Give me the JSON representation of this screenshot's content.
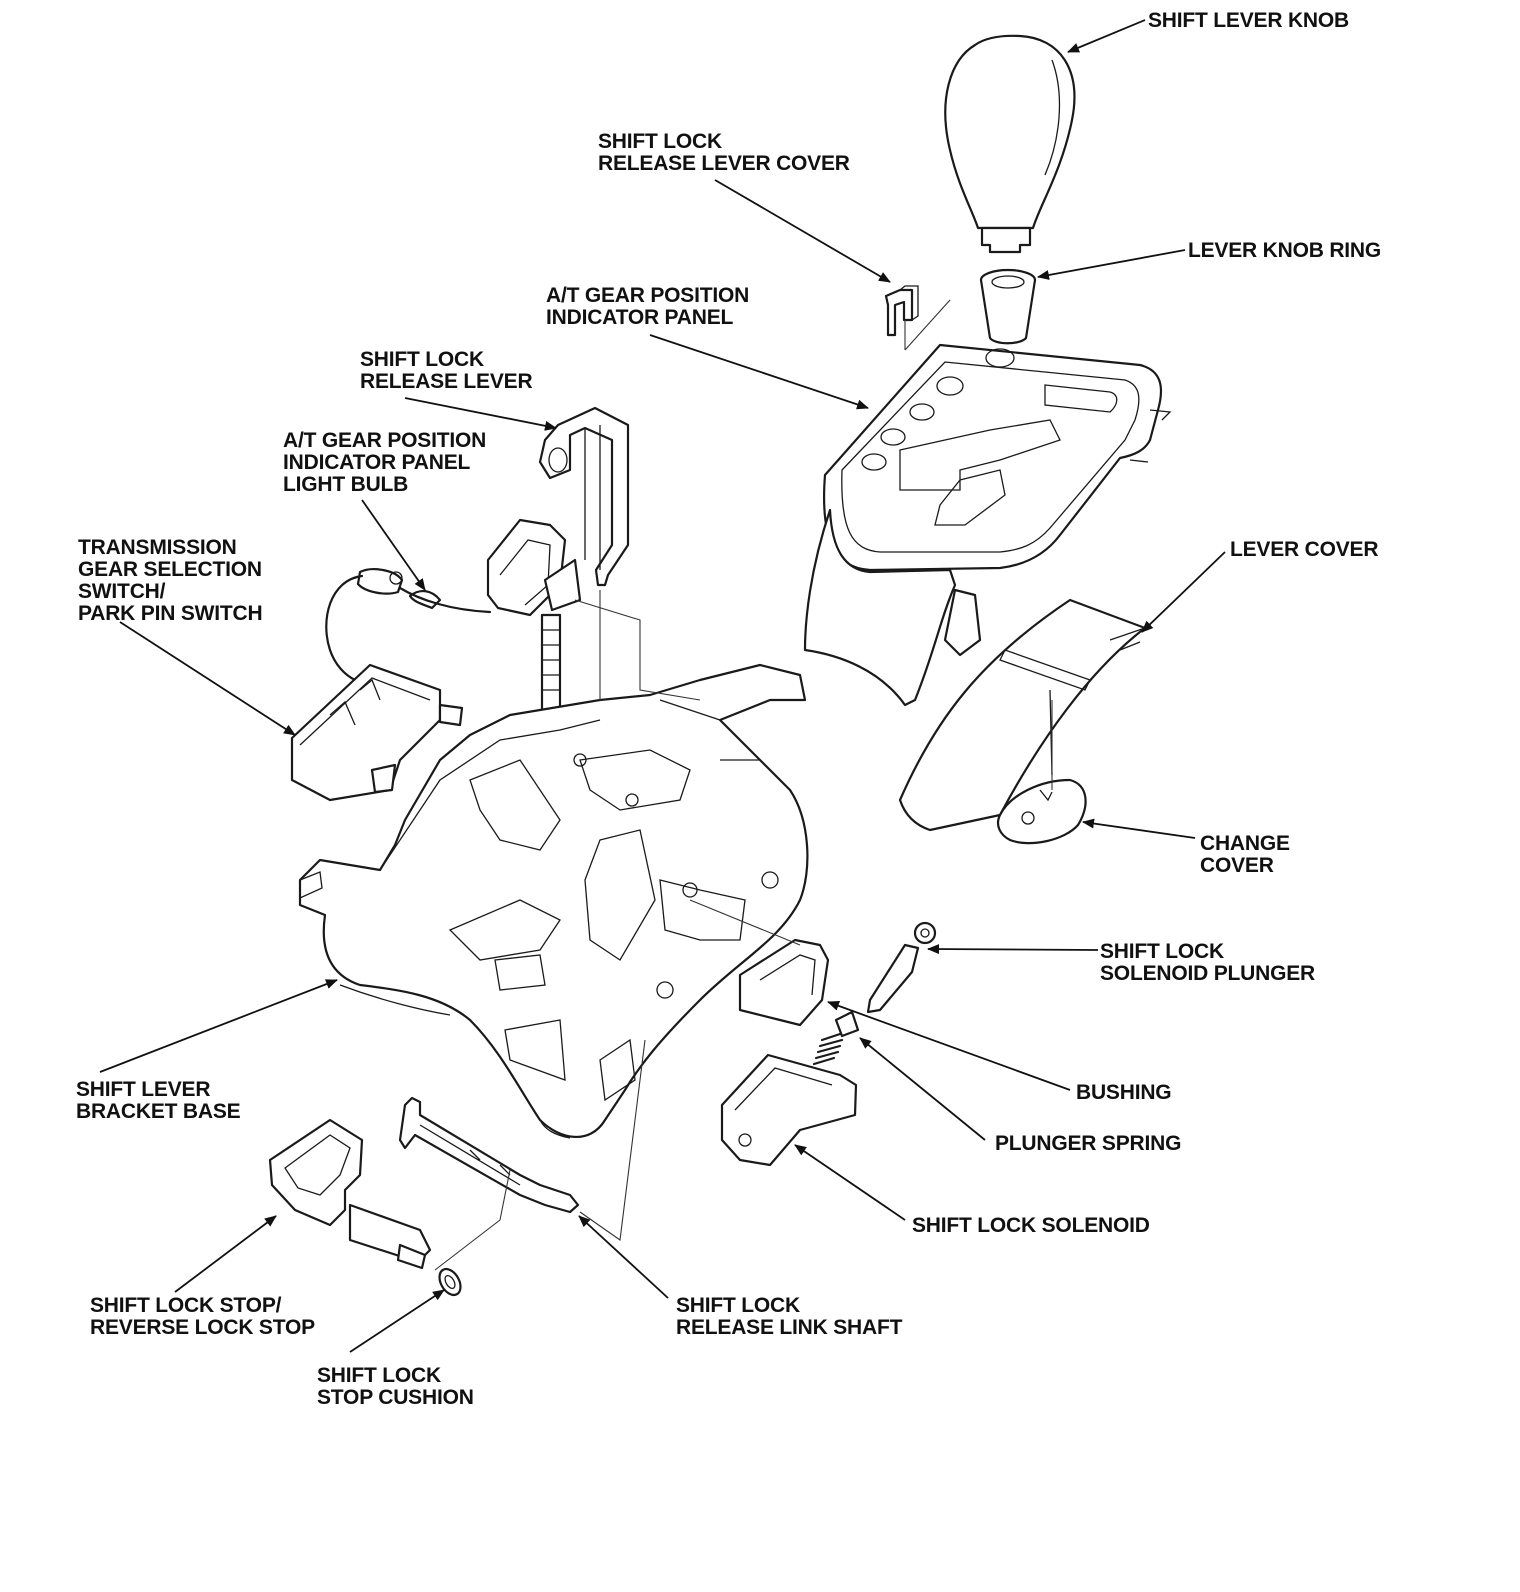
{
  "labels": {
    "shift_lever_knob": [
      "SHIFT LEVER KNOB"
    ],
    "shift_lock_release_lever_cover": [
      "SHIFT LOCK",
      "RELEASE LEVER COVER"
    ],
    "lever_knob_ring": [
      "LEVER KNOB RING"
    ],
    "at_gear_position_indicator_panel": [
      "A/T GEAR POSITION",
      "INDICATOR PANEL"
    ],
    "shift_lock_release_lever": [
      "SHIFT LOCK",
      "RELEASE LEVER"
    ],
    "at_indicator_panel_light_bulb": [
      "A/T GEAR POSITION",
      "INDICATOR PANEL",
      "LIGHT BULB"
    ],
    "transmission_gear_selection_switch": [
      "TRANSMISSION",
      "GEAR SELECTION",
      "SWITCH/",
      "PARK PIN SWITCH"
    ],
    "lever_cover": [
      "LEVER COVER"
    ],
    "change_cover": [
      "CHANGE",
      "COVER"
    ],
    "shift_lock_solenoid_plunger": [
      "SHIFT LOCK",
      "SOLENOID PLUNGER"
    ],
    "bushing": [
      "BUSHING"
    ],
    "plunger_spring": [
      "PLUNGER SPRING"
    ],
    "shift_lock_solenoid": [
      "SHIFT LOCK SOLENOID"
    ],
    "shift_lever_bracket_base": [
      "SHIFT LEVER",
      "BRACKET BASE"
    ],
    "shift_lock_stop_reverse_lock_stop": [
      "SHIFT LOCK STOP/",
      "REVERSE LOCK STOP"
    ],
    "shift_lock_release_link_shaft": [
      "SHIFT LOCK",
      "RELEASE LINK SHAFT"
    ],
    "shift_lock_stop_cushion": [
      "SHIFT LOCK",
      "STOP CUSHION"
    ]
  }
}
